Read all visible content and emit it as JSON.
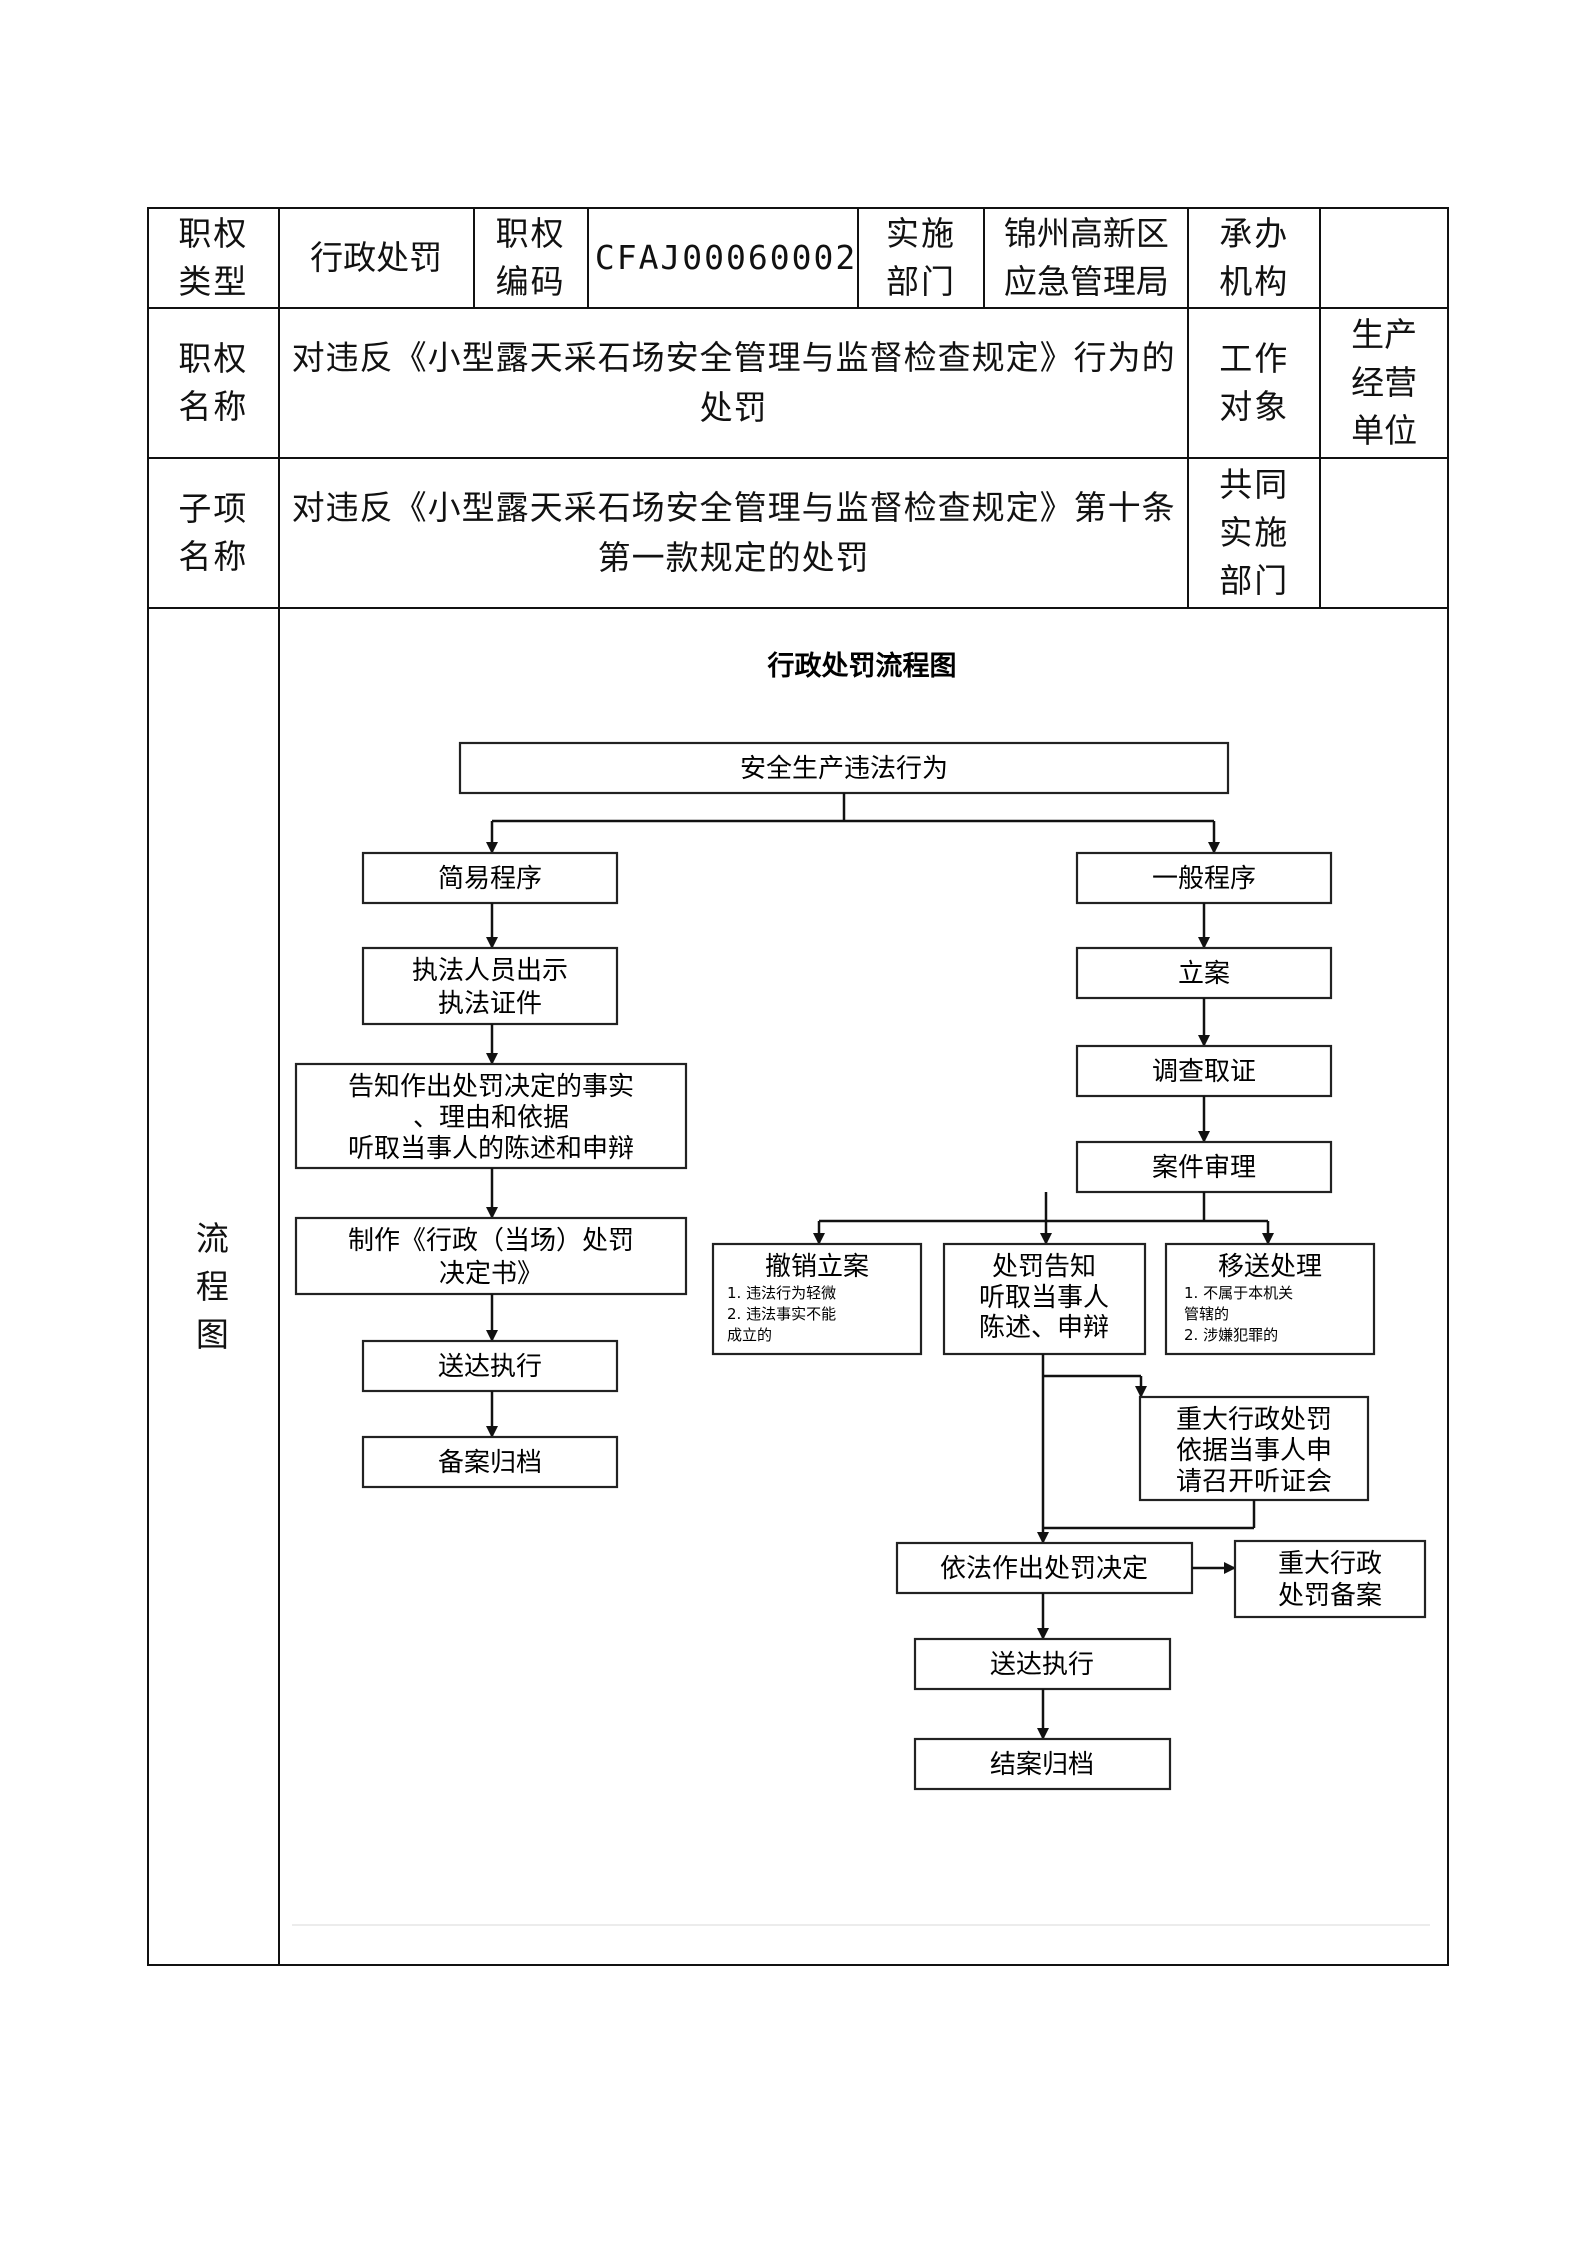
{
  "table": {
    "authority_type_label": "职权\n类型",
    "authority_type_value": "行政处罚",
    "authority_code_label": "职权\n编码",
    "authority_code_value": "CFAJ00060002",
    "implementing_dept_label": "实施\n部门",
    "implementing_dept_value": "锦州高新区\n应急管理局",
    "handling_org_label": "承办\n机构",
    "handling_org_value": "",
    "authority_name_label": "职权\n名称",
    "authority_name_value": "对违反《小型露天采石场安全管理与监督检查规定》行为的处罚",
    "work_target_label": "工作\n对象",
    "work_target_value": "生产\n经营\n单位",
    "subitem_name_label": "子项\n名称",
    "subitem_name_value": "对违反《小型露天采石场安全管理与监督检查规定》第十条第一款规定的处罚",
    "joint_dept_label": "共同\n实施\n部门",
    "joint_dept_value": "",
    "flowchart_label": "流\n程\n图"
  },
  "flowchart": {
    "title": "行政处罚流程图",
    "start": "安全生产违法行为",
    "simple_procedure": "简易程序",
    "general_procedure": "一般程序",
    "simple_steps": {
      "show_id": [
        "执法人员出示",
        "执法证件"
      ],
      "inform": [
        "告知作出处罚决定的事实",
        "、理由和依据",
        "听取当事人的陈述和申辩"
      ],
      "make_decision": [
        "制作《行政（当场）处罚",
        "决定书》"
      ],
      "deliver": "送达执行",
      "archive": "备案归档"
    },
    "general_steps": {
      "file_case": "立案",
      "investigate": "调查取证",
      "review": "案件审理",
      "revoke": {
        "title": "撤销立案",
        "items": [
          "1. 违法行为轻微",
          "2. 违法事实不能",
          "成立的"
        ]
      },
      "notify": {
        "title": "处罚告知",
        "lines": [
          "听取当事人",
          "陈述、申辩"
        ]
      },
      "transfer": {
        "title": "移送处理",
        "items": [
          "1. 不属于本机关",
          "管辖的",
          "2. 涉嫌犯罪的"
        ]
      },
      "hearing": [
        "重大行政处罚",
        "依据当事人申",
        "请召开听证会"
      ],
      "decide": "依法作出处罚决定",
      "major_record": [
        "重大行政",
        "处罚备案"
      ],
      "deliver": "送达执行",
      "close": "结案归档"
    }
  }
}
